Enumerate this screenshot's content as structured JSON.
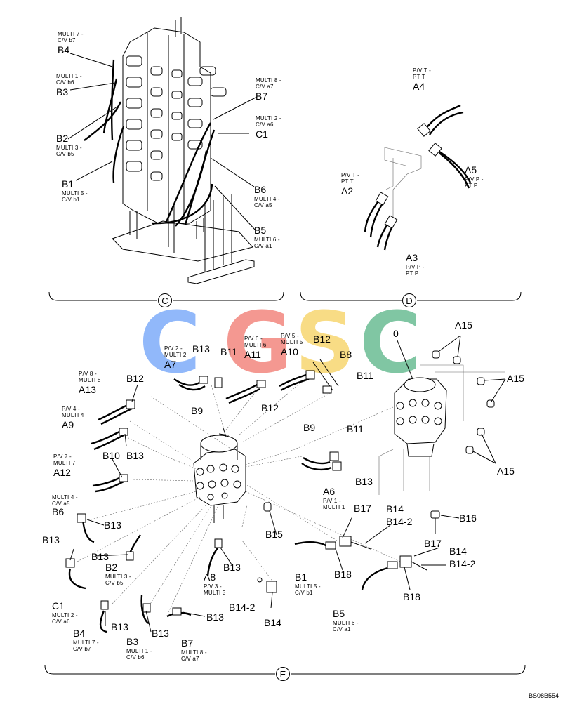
{
  "watermark": {
    "letters": [
      {
        "char": "C",
        "color": "#4f8ef7"
      },
      {
        "char": "G",
        "color": "#ee5a4f"
      },
      {
        "char": "S",
        "color": "#f5c73c"
      },
      {
        "char": "C",
        "color": "#34a46b"
      }
    ]
  },
  "sections": {
    "c": {
      "marker": "C"
    },
    "d": {
      "marker": "D"
    },
    "e": {
      "marker": "E"
    }
  },
  "reference": "BS08B554",
  "callouts": {
    "c_b4": {
      "code": "B4",
      "desc": [
        "MULTI 7 -",
        "C/V b7"
      ]
    },
    "c_b3": {
      "code": "B3",
      "desc": [
        "MULTI 1 -",
        "C/V b6"
      ]
    },
    "c_b2": {
      "code": "B2",
      "desc": [
        "MULTI 3 -",
        "C/V b5"
      ]
    },
    "c_b1": {
      "code": "B1",
      "desc": [
        "MULTI 5 -",
        "C/V b1"
      ]
    },
    "c_b7": {
      "code": "B7",
      "desc": [
        "MULTI 8 -",
        "C/V a7"
      ]
    },
    "c_c1": {
      "code": "C1",
      "desc": [
        "MULTI 2 -",
        "C/V a6"
      ]
    },
    "c_b6": {
      "code": "B6",
      "desc": [
        "MULTI 4 -",
        "C/V a5"
      ]
    },
    "c_b5": {
      "code": "B5",
      "desc": [
        "MULTI 6 -",
        "C/V a1"
      ]
    },
    "d_a4": {
      "code": "A4",
      "desc": [
        "P/V T -",
        "PT T"
      ]
    },
    "d_a5": {
      "code": "A5",
      "desc": [
        "P/V P -",
        "PT P"
      ]
    },
    "d_a2": {
      "code": "A2",
      "desc": [
        "P/V T -",
        "PT T"
      ]
    },
    "d_a3": {
      "code": "A3",
      "desc": [
        "P/V P -",
        "PT P"
      ]
    },
    "e_a7": {
      "code": "A7",
      "desc": [
        "P/V 2 -",
        "MULTI 2"
      ]
    },
    "e_a11": {
      "code": "A11",
      "desc": [
        "P/V 6 -",
        "MULTI 6"
      ]
    },
    "e_a10": {
      "code": "A10",
      "desc": [
        "P/V 5 -",
        "MULTI 5"
      ]
    },
    "e_a13": {
      "code": "A13",
      "desc": [
        "P/V 8 -",
        "MULTI 8"
      ]
    },
    "e_a9": {
      "code": "A9",
      "desc": [
        "P/V 4 -",
        "MULTI 4"
      ]
    },
    "e_a12": {
      "code": "A12",
      "desc": [
        "P/V 7 -",
        "MULTI 7"
      ]
    },
    "e_b6": {
      "code": "B6",
      "desc": [
        "MULTI 4 -",
        "C/V a5"
      ]
    },
    "e_b2": {
      "code": "B2",
      "desc": [
        "MULTI 3 -",
        "C/V b5"
      ]
    },
    "e_c1": {
      "code": "C1",
      "desc": [
        "MULTI 2 -",
        "C/V a6"
      ]
    },
    "e_b4": {
      "code": "B4",
      "desc": [
        "MULTI 7 -",
        "C/V b7"
      ]
    },
    "e_b3": {
      "code": "B3",
      "desc": [
        "MULTI 1 -",
        "C/V b6"
      ]
    },
    "e_b7": {
      "code": "B7",
      "desc": [
        "MULTI 8 -",
        "C/V a7"
      ]
    },
    "e_a8": {
      "code": "A8",
      "desc": [
        "P/V 3 -",
        "MULTI 3"
      ]
    },
    "e_a6": {
      "code": "A6",
      "desc": [
        "P/V 1 -",
        "MULTI 1"
      ]
    },
    "e_b1": {
      "code": "B1",
      "desc": [
        "MULTI 5 -",
        "C/V b1"
      ]
    },
    "e_b5": {
      "code": "B5",
      "desc": [
        "MULTI 6 -",
        "C/V a1"
      ]
    }
  },
  "labels": {
    "e_b13_a": "B13",
    "e_b11_a": "B11",
    "e_b12_a": "B12",
    "e_b8": "B8",
    "e_b11_b": "B11",
    "e_b9_a": "B9",
    "e_b12_b": "B12",
    "e_zero": "0",
    "e_a15_a": "A15",
    "e_a15_b": "A15",
    "e_a15_c": "A15",
    "e_b12_c": "B12",
    "e_b13_b": "B13",
    "e_b10": "B10",
    "e_b9_b": "B9",
    "e_b11_c": "B11",
    "e_b13_c": "B13",
    "e_b13_d": "B13",
    "e_b13_e": "B13",
    "e_b13_f": "B13",
    "e_b13_g": "B13",
    "e_b13_h": "B13",
    "e_b13_i": "B13",
    "e_b13_j": "B13",
    "e_b15": "B15",
    "e_b17_a": "B17",
    "e_b14_a": "B14",
    "e_b14_2a": "B14-2",
    "e_b18_a": "B18",
    "e_b16": "B16",
    "e_b17_b": "B17",
    "e_b14_b": "B14",
    "e_b14_2b": "B14-2",
    "e_b18_b": "B18",
    "e_b14_2c": "B14-2",
    "e_b14_c": "B14"
  }
}
